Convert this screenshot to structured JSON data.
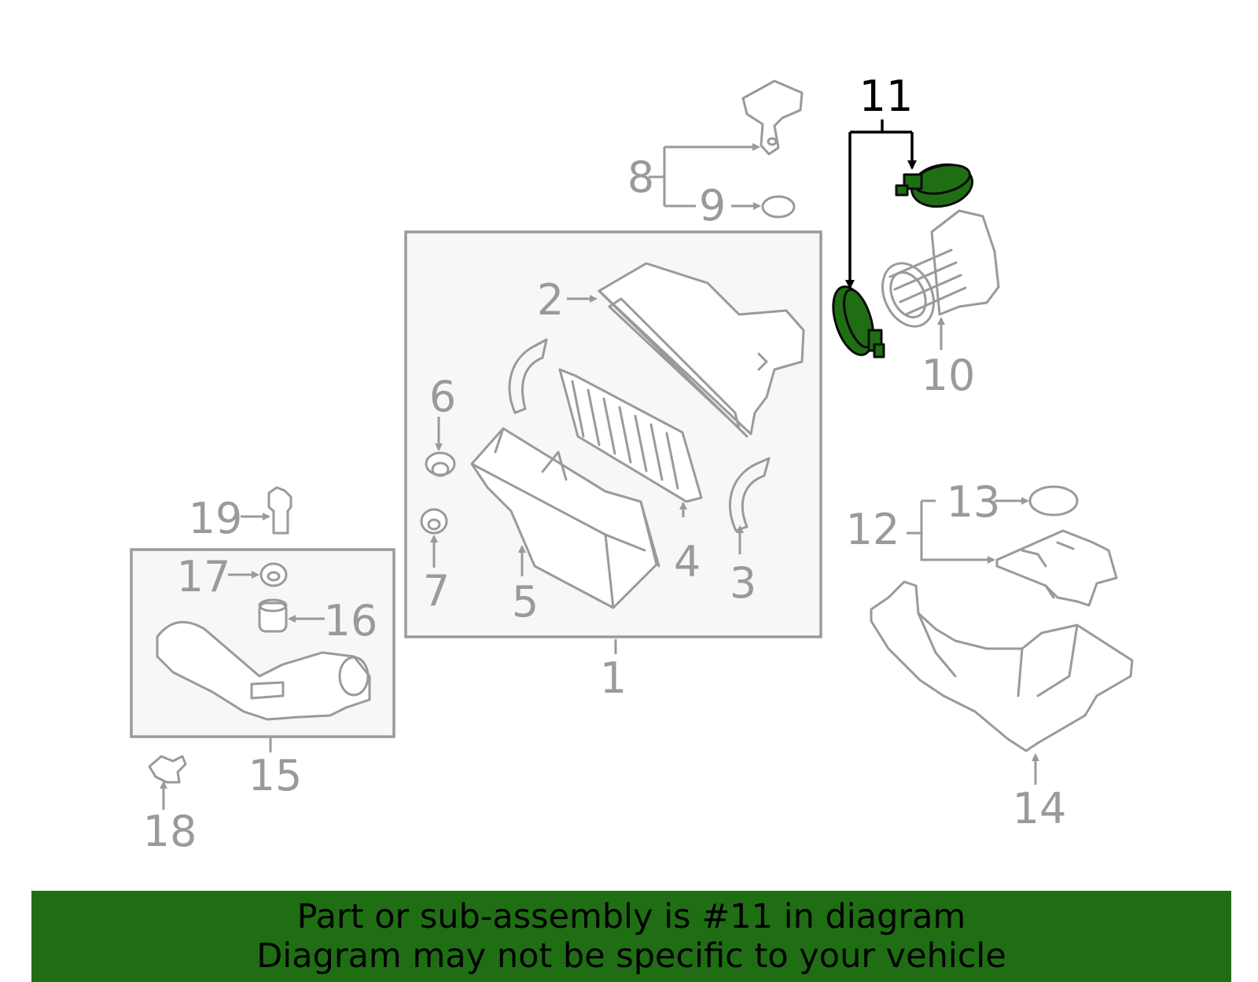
{
  "callouts": {
    "c1": "1",
    "c2": "2",
    "c3": "3",
    "c4": "4",
    "c5": "5",
    "c6": "6",
    "c7": "7",
    "c8": "8",
    "c9": "9",
    "c10": "10",
    "c11": "11",
    "c12": "12",
    "c13": "13",
    "c14": "14",
    "c15": "15",
    "c16": "16",
    "c17": "17",
    "c18": "18",
    "c19": "19"
  },
  "highlight": {
    "part_number": "11",
    "color": "#1f6e14"
  },
  "banner": {
    "line1": "Part or sub-assembly is #11 in diagram",
    "line2": "Diagram may not be specific to your vehicle",
    "background": "#1f6e14"
  }
}
